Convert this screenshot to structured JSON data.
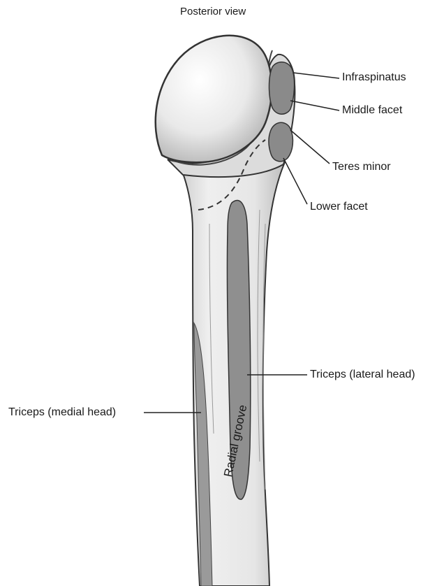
{
  "figure": {
    "title": "Posterior view",
    "labels": {
      "infraspinatus": "Infraspinatus",
      "middle_facet": "Middle facet",
      "teres_minor": "Teres minor",
      "lower_facet": "Lower facet",
      "triceps_lateral": "Triceps (lateral head)",
      "triceps_medial": "Triceps (medial head)",
      "radial_groove": "Radial groove"
    }
  }
}
